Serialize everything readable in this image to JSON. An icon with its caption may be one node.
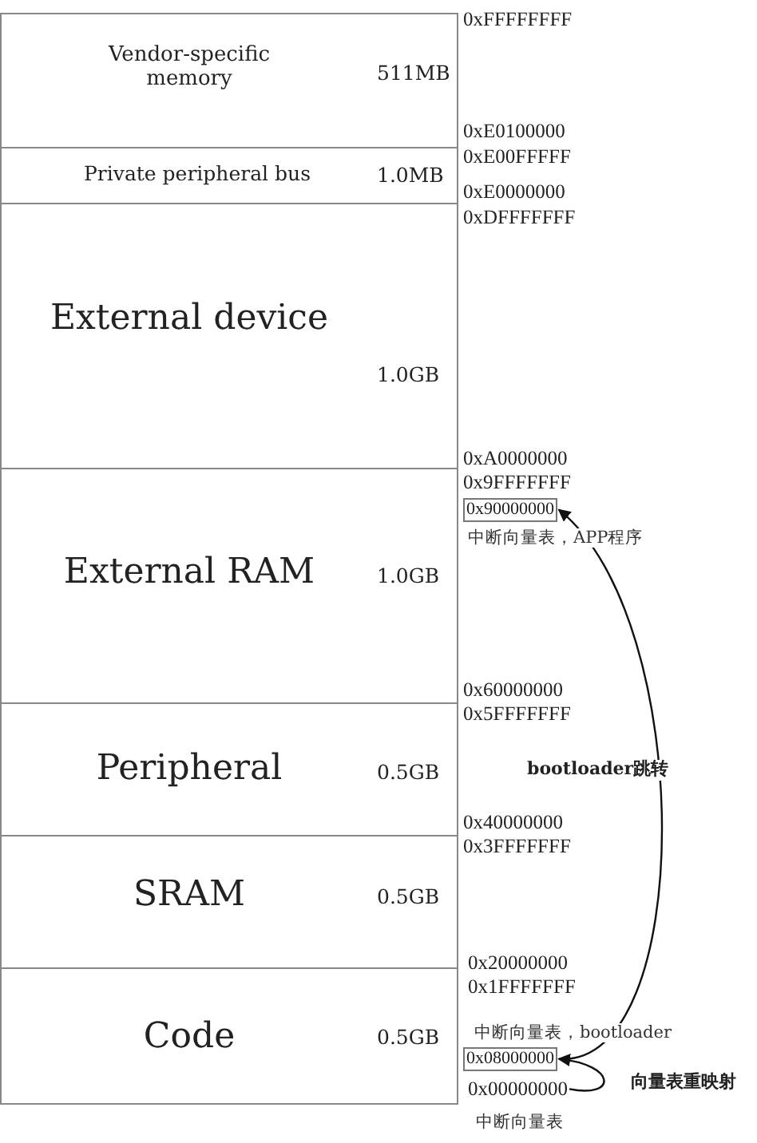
{
  "diagram": {
    "nodes": [
      {
        "text": [
          "Vendor-specific memory",
          "511MB"
        ]
      },
      {
        "text": [
          "Private peripheral bus",
          "1.0MB"
        ]
      },
      {
        "text": [
          "External device",
          "1.0GB"
        ]
      },
      {
        "text": [
          "External RAM",
          "1.0GB"
        ]
      },
      {
        "text": [
          "Peripheral",
          "0.5GB"
        ]
      },
      {
        "text": [
          "SRAM",
          "0.5GB"
        ]
      },
      {
        "text": [
          "Code",
          "0.5GB"
        ]
      },
      {
        "text": [
          "0x90000000"
        ],
        "beside": [
          "中断向量表，APP程序"
        ]
      },
      {
        "text": [
          "0x08000000"
        ],
        "beside": [
          "中断向量表，bootloader"
        ]
      },
      {
        "text": [
          "0x00000000"
        ],
        "beside": [
          "中断向量表"
        ]
      }
    ],
    "edges": [
      {
        "from": 8,
        "to": 7,
        "arrow": "to",
        "label": "bootloader跳转"
      },
      {
        "from": 9,
        "to": 8,
        "arrow": "to",
        "label": "向量表重映射"
      }
    ],
    "labels": [
      "0xFFFFFFFF",
      "0xE0100000",
      "0xE00FFFFF",
      "0xE0000000",
      "0xDFFFFFFF",
      "0xA0000000",
      "0x9FFFFFFF",
      "0x60000000",
      "0x5FFFFFFF",
      "0x40000000",
      "0x3FFFFFFF",
      "0x20000000",
      "0x1FFFFFFF"
    ]
  }
}
